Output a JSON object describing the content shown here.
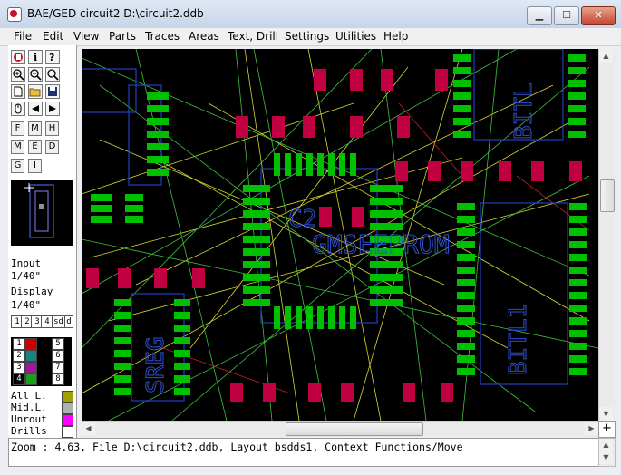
{
  "window": {
    "title": "BAE/GED circuit2 D:\\circuit2.ddb",
    "minimize_label": "▁",
    "maximize_label": "☐",
    "close_label": "✕"
  },
  "menu": [
    "File",
    "Edit",
    "View",
    "Parts",
    "Traces",
    "Areas",
    "Text, Drill",
    "Settings",
    "Utilities",
    "Help"
  ],
  "toolbar": {
    "row1": [
      "app-logo-icon",
      "info-icon",
      "help-icon"
    ],
    "row2": [
      "zoom-in-icon",
      "zoom-out-icon",
      "zoom-window-icon"
    ],
    "row3": [
      "new-icon",
      "open-icon",
      "save-icon"
    ],
    "row4": [
      "mouse-icon",
      "back-icon",
      "forward-icon"
    ],
    "letters1": [
      "F",
      "M",
      "H"
    ],
    "letters2": [
      "M",
      "E",
      "D"
    ],
    "letters3": [
      "G",
      "I"
    ]
  },
  "left_panel": {
    "input_label": "Input",
    "input_value": "1/40\"",
    "display_label": "Display",
    "display_value": "1/40\"",
    "layer_buttons": [
      "1",
      "2",
      "3",
      "4",
      "sd",
      "d"
    ],
    "layers": [
      {
        "num": "1",
        "color": "#cc0000"
      },
      {
        "num": "2",
        "color": "#1a8080"
      },
      {
        "num": "3",
        "color": "#9a1a9a"
      },
      {
        "num": "4",
        "color": "#19a019"
      },
      {
        "num": "5",
        "color": "#000000"
      },
      {
        "num": "6",
        "color": "#000000"
      },
      {
        "num": "7",
        "color": "#000000"
      },
      {
        "num": "8",
        "color": "#000000"
      }
    ],
    "visibility": [
      {
        "label": "All L.",
        "color": "#a0a000"
      },
      {
        "label": "Mid.L.",
        "color": "#b0b0b0"
      },
      {
        "label": "Unrout",
        "color": "#ff00ff"
      },
      {
        "label": "Drills",
        "color": "#ffffff"
      }
    ]
  },
  "canvas": {
    "labels": [
      "GMSEEPROM",
      "SREG",
      "BITL1",
      "BITL",
      "C2"
    ],
    "colors": {
      "pad_top": "#00c000",
      "pad_smd": "#c00040",
      "outline": "#2040c0",
      "text": "#3050d0",
      "airline_yellow": "#d8d830",
      "airline_green": "#40c040"
    }
  },
  "status": {
    "text": "Zoom : 4.63, File D:\\circuit2.ddb, Layout bsdds1, Context Functions/Move"
  },
  "scroll": {
    "horizontal_thumb": "|||",
    "vertical_thumb": "≡"
  }
}
